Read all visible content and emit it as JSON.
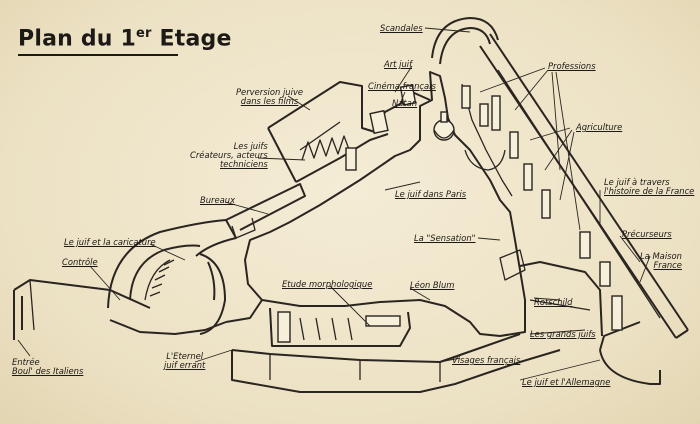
{
  "title": {
    "main": "Plan du 1",
    "sup": "er",
    "rest": " Etage"
  },
  "labels": {
    "scandales": "Scandales",
    "professions": "Professions",
    "art_juif": "Art juif",
    "cinema_francais": "Cinéma français",
    "natan": "Natan",
    "perversion_line1": "Perversion juive",
    "perversion_line2": "dans les films",
    "agriculture": "Agriculture",
    "createurs_line1": "Les juifs",
    "createurs_line2": "Créateurs, acteurs",
    "createurs_line3": "techniciens",
    "juif_a_travers_line1": "Le juif à travers",
    "juif_a_travers_line2": "l'histoire de la France",
    "bureaux": "Bureaux",
    "juif_dans_paris": "Le juif dans Paris",
    "precurseurs": "Précurseurs",
    "caricature": "Le juif et la caricature",
    "sensation": "La \"Sensation\"",
    "maison_line1": "La Maison",
    "maison_line2": "France",
    "controle": "Contrôle",
    "etude_morphologique": "Etude morphologique",
    "leon_blum": "Léon Blum",
    "rotschild": "Rotschild",
    "grands_juifs": "Les grands juifs",
    "entree_line1": "Entrée",
    "entree_line2": "Boul' des Italiens",
    "eternel_line1": "L'Eternel",
    "eternel_line2": "juif errant",
    "visages_francais": "Visages français",
    "juif_allemagne": "Le juif et l'Allemagne"
  },
  "colors": {
    "paper": "#efe6cc",
    "ink": "#2a2520"
  }
}
